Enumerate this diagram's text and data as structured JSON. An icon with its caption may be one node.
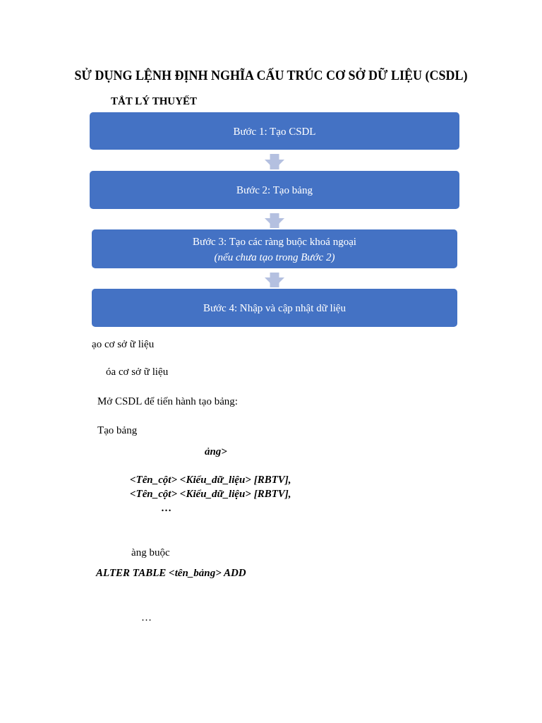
{
  "diagram": {
    "title": "SỬ DỤNG LỆNH ĐỊNH NGHĨA CẤU TRÚC CƠ SỞ DỮ LIỆU (CSDL)",
    "nodes": [
      {
        "text": [
          "Bước 1: Tạo CSDL"
        ]
      },
      {
        "text": [
          "Bước 2: Tạo bảng"
        ]
      },
      {
        "text": [
          "Bước 3: Tạo các ràng buộc khoá ngoại",
          "(nếu chưa tạo trong Bước 2)"
        ]
      },
      {
        "text": [
          "Bước 4: Nhập và cập nhật dữ liệu"
        ]
      }
    ],
    "edges": [
      {
        "from": 0,
        "to": 1,
        "arrow": "to"
      },
      {
        "from": 1,
        "to": 2,
        "arrow": "to"
      },
      {
        "from": 2,
        "to": 3,
        "arrow": "to"
      }
    ],
    "labels": [
      "TẮT LÝ THUYẾT",
      "ạo cơ sở ữ liệu",
      "óa cơ sở ữ liệu",
      "Mở CSDL để tiến hành tạo bảng:",
      "Tạo bảng",
      "ảng>",
      "<Tên_cột> <Kiểu_dữ_liệu> [RBTV],",
      "<Tên_cột> <Kiểu_dữ_liệu> [RBTV],",
      "…",
      "àng buộc",
      "ALTER TABLE <tên_bảng> ADD",
      "…"
    ]
  }
}
